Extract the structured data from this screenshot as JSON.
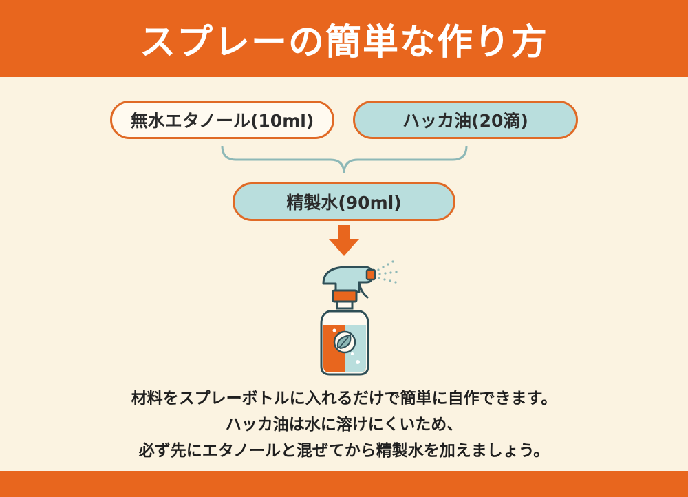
{
  "header": {
    "title": "スプレーの簡単な作り方"
  },
  "ingredients": {
    "ethanol": "無水エタノール(10ml)",
    "mint_oil": "ハッカ油(20滴)",
    "water": "精製水(90ml)"
  },
  "description": {
    "line1": "材料をスプレーボトルに入れるだけで簡単に自作できます。",
    "line2": "ハッカ油は水に溶けにくいため、",
    "line3": "必ず先にエタノールと混ぜてから精製水を加えましょう。"
  },
  "colors": {
    "accent": "#e8661e",
    "background": "#fbf3e1",
    "teal": "#b9dedd",
    "bracket": "#8db8b7"
  },
  "icons": [
    "spray-bottle-icon",
    "leaf-icon",
    "down-arrow-icon"
  ]
}
